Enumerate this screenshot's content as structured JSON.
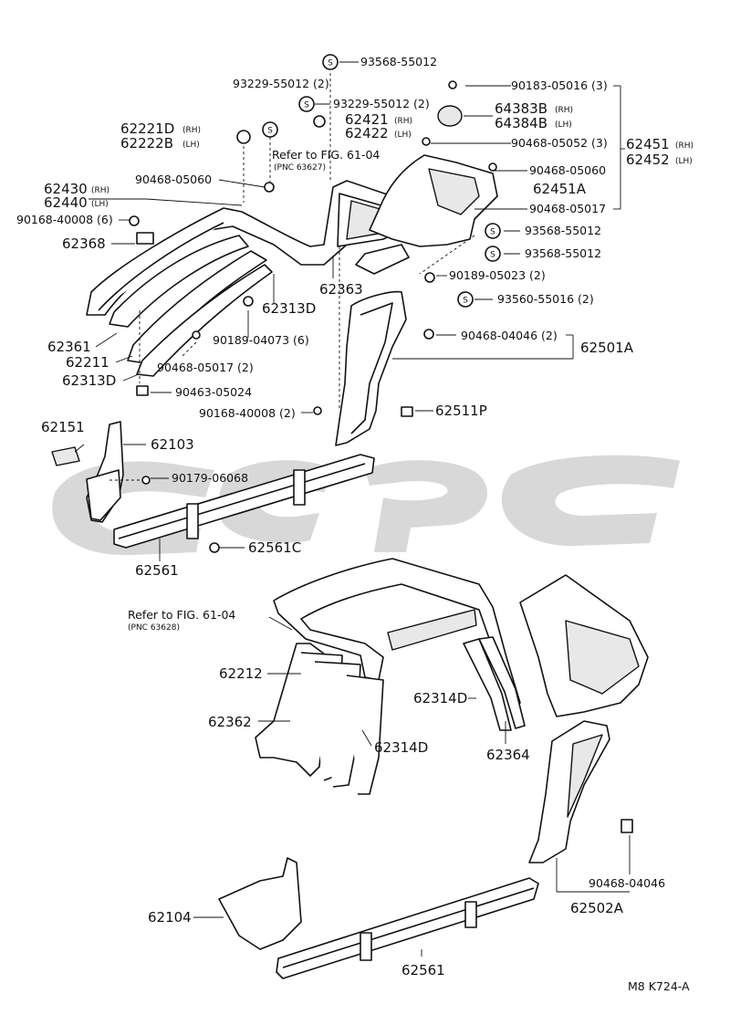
{
  "labels": {
    "p93568_55012_top": "93568-55012",
    "p93229_55012_a": "93229-55012 (2)",
    "p93229_55012_b": "93229-55012 (2)",
    "p62221D": "62221D",
    "p62222B": "62222B",
    "rh": "(RH)",
    "lh": "(LH)",
    "p62421": "62421",
    "p62422": "62422",
    "p90183_05016": "90183-05016 (3)",
    "p64383B": "64383B",
    "p64384B": "64384B",
    "refer_fig1": "Refer to FIG. 61-04",
    "pnc1": "(PNC 63627)",
    "p90468_05052": "90468-05052 (3)",
    "p62451": "62451",
    "p62452": "62452",
    "p90468_05060_a": "90468-05060",
    "p90468_05060_b": "90468-05060",
    "p62430": "62430",
    "p62440": "62440",
    "p62451A": "62451A",
    "p90468_05017_a": "90468-05017",
    "p90168_40008_6": "90168-40008 (6)",
    "p93568_55012_b": "93568-55012",
    "p93568_55012_c": "93568-55012",
    "p62368": "62368",
    "p62363": "62363",
    "p90189_05023": "90189-05023 (2)",
    "p93560_55016": "93560-55016 (2)",
    "p62313D_a": "62313D",
    "p90468_04046_2": "90468-04046 (2)",
    "p62501A": "62501A",
    "p62361": "62361",
    "p90189_04073": "90189-04073 (6)",
    "p62211": "62211",
    "p90468_05017_b": "90468-05017 (2)",
    "p62313D_b": "62313D",
    "p90463_05024": "90463-05024",
    "p90168_40008_2": "90168-40008 (2)",
    "p62511P": "62511P",
    "p62151": "62151",
    "p62103": "62103",
    "p90179_06068": "90179-06068",
    "p62561C": "62561C",
    "p62561_a": "62561",
    "refer_fig2": "Refer to FIG. 61-04",
    "pnc2": "(PNC 63628)",
    "p62212": "62212",
    "p62314D_a": "62314D",
    "p62362": "62362",
    "p62314D_b": "62314D",
    "p62364": "62364",
    "p90468_04046": "90468-04046",
    "p62502A": "62502A",
    "p62104": "62104",
    "p62561_b": "62561",
    "code": "M8  K724-A",
    "s": "S"
  }
}
